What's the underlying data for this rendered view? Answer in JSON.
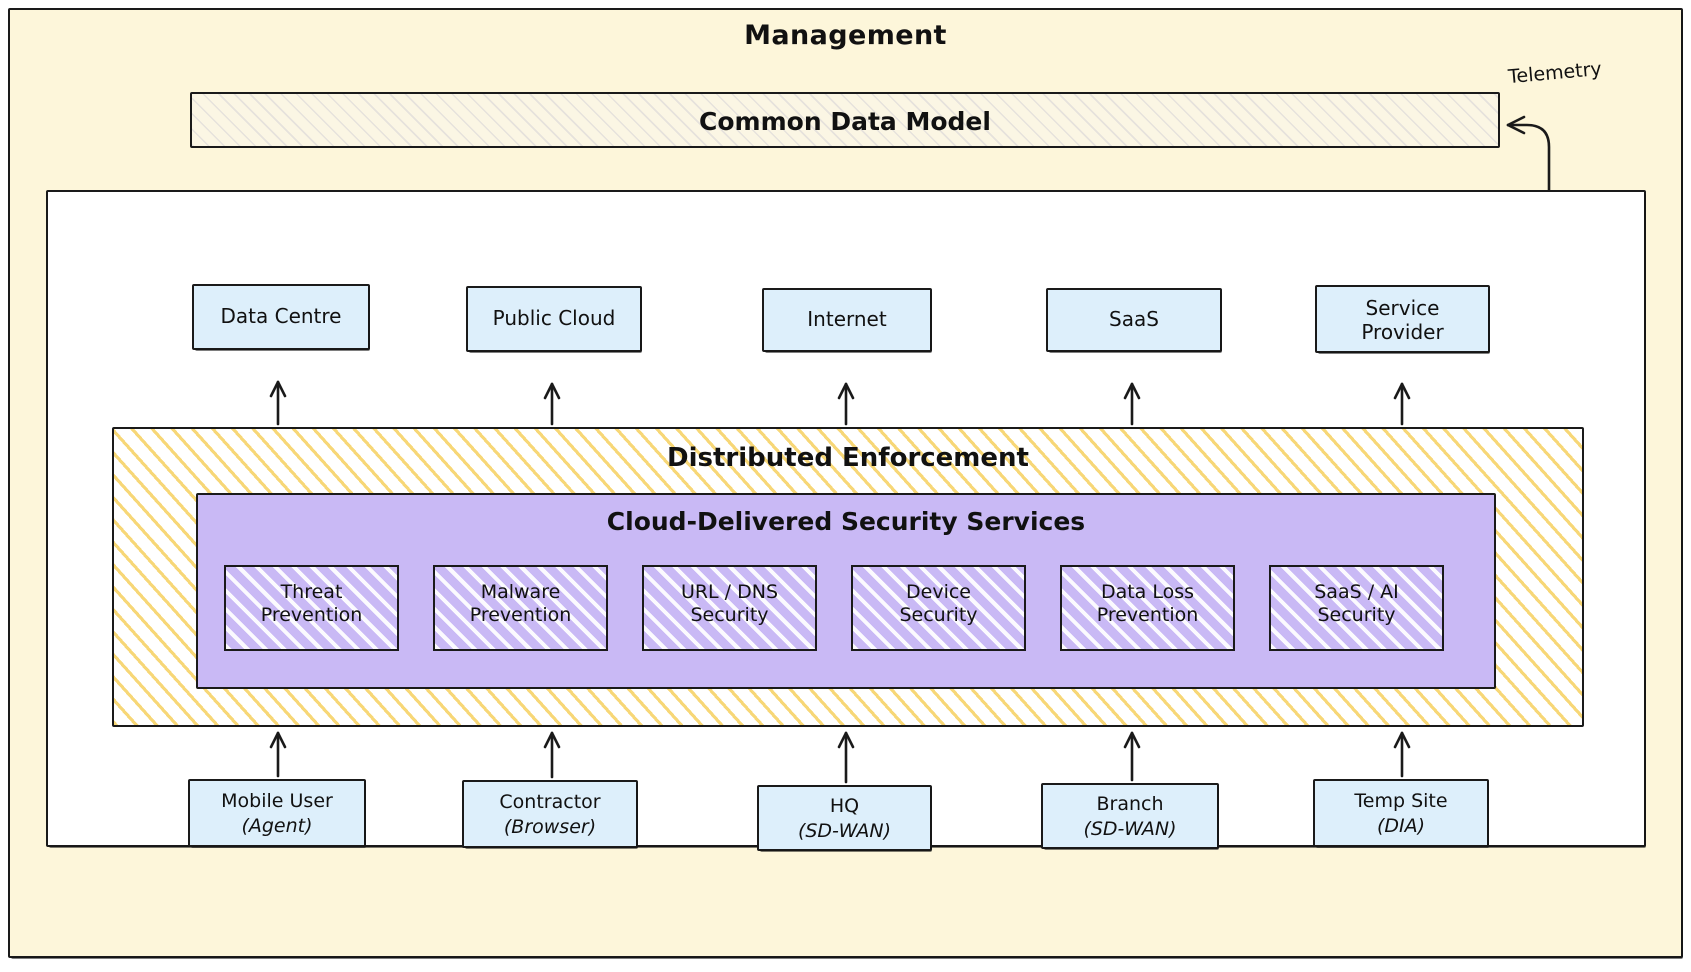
{
  "diagram": {
    "management": {
      "title": "Management"
    },
    "common_data_model": {
      "label": "Common Data Model"
    },
    "telemetry": {
      "label": "Telemetry"
    },
    "distributed_enforcement": {
      "label": "Distributed Enforcement"
    },
    "cloud_security": {
      "label": "Cloud-Delivered Security Services"
    },
    "destinations": [
      {
        "label": "Data Centre"
      },
      {
        "label": "Public Cloud"
      },
      {
        "label": "Internet"
      },
      {
        "label": "SaaS"
      },
      {
        "label": "Service\nProvider"
      }
    ],
    "services": [
      {
        "label": "Threat\nPrevention"
      },
      {
        "label": "Malware\nPrevention"
      },
      {
        "label": "URL / DNS\nSecurity"
      },
      {
        "label": "Device\nSecurity"
      },
      {
        "label": "Data Loss\nPrevention"
      },
      {
        "label": "SaaS / AI\nSecurity"
      }
    ],
    "endpoints": [
      {
        "name": "Mobile User",
        "mode": "(Agent)"
      },
      {
        "name": "Contractor",
        "mode": "(Browser)"
      },
      {
        "name": "HQ",
        "mode": "(SD-WAN)"
      },
      {
        "name": "Branch",
        "mode": "(SD-WAN)"
      },
      {
        "name": "Temp Site",
        "mode": "(DIA)"
      }
    ],
    "colors": {
      "management_bg": "#fdf6da",
      "destination_bg": "#ddeffb",
      "security_services_bg": "#c9b9f5",
      "enforcement_hatch": "#f5cd55",
      "stroke": "#1a1a1a"
    }
  }
}
